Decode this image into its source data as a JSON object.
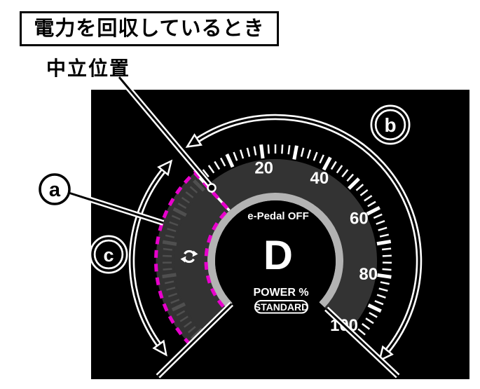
{
  "annotation": {
    "title": "電力を回収しているとき",
    "neutral_label": "中立位置",
    "callout_a": "a",
    "callout_b": "b",
    "callout_c": "c"
  },
  "display": {
    "epedal_status": "e-Pedal OFF",
    "shift_position": "D",
    "power_unit_label": "POWER %",
    "drive_mode": "STANDARD"
  },
  "gauge": {
    "unit_labels": [
      {
        "value": "20",
        "angle": -7
      },
      {
        "value": "40",
        "angle": 28
      },
      {
        "value": "60",
        "angle": 63
      },
      {
        "value": "80",
        "angle": 98
      },
      {
        "value": "100",
        "angle": 133
      }
    ],
    "scale": {
      "zero_angle": -42,
      "max_angle": 133,
      "minor_step_deg": 3.5,
      "major_every": 5
    },
    "regen_scale": {
      "start_angle": -133,
      "end_angle": -45.5,
      "minor_step_deg": 3.5,
      "major_every": 5
    },
    "colors": {
      "background": "#000000",
      "charcoal": "#333333",
      "silver": "#b3b3b3",
      "tick_white": "#ffffff",
      "tick_dim": "#4f4f4f",
      "highlight_magenta": "#e800cc"
    }
  }
}
